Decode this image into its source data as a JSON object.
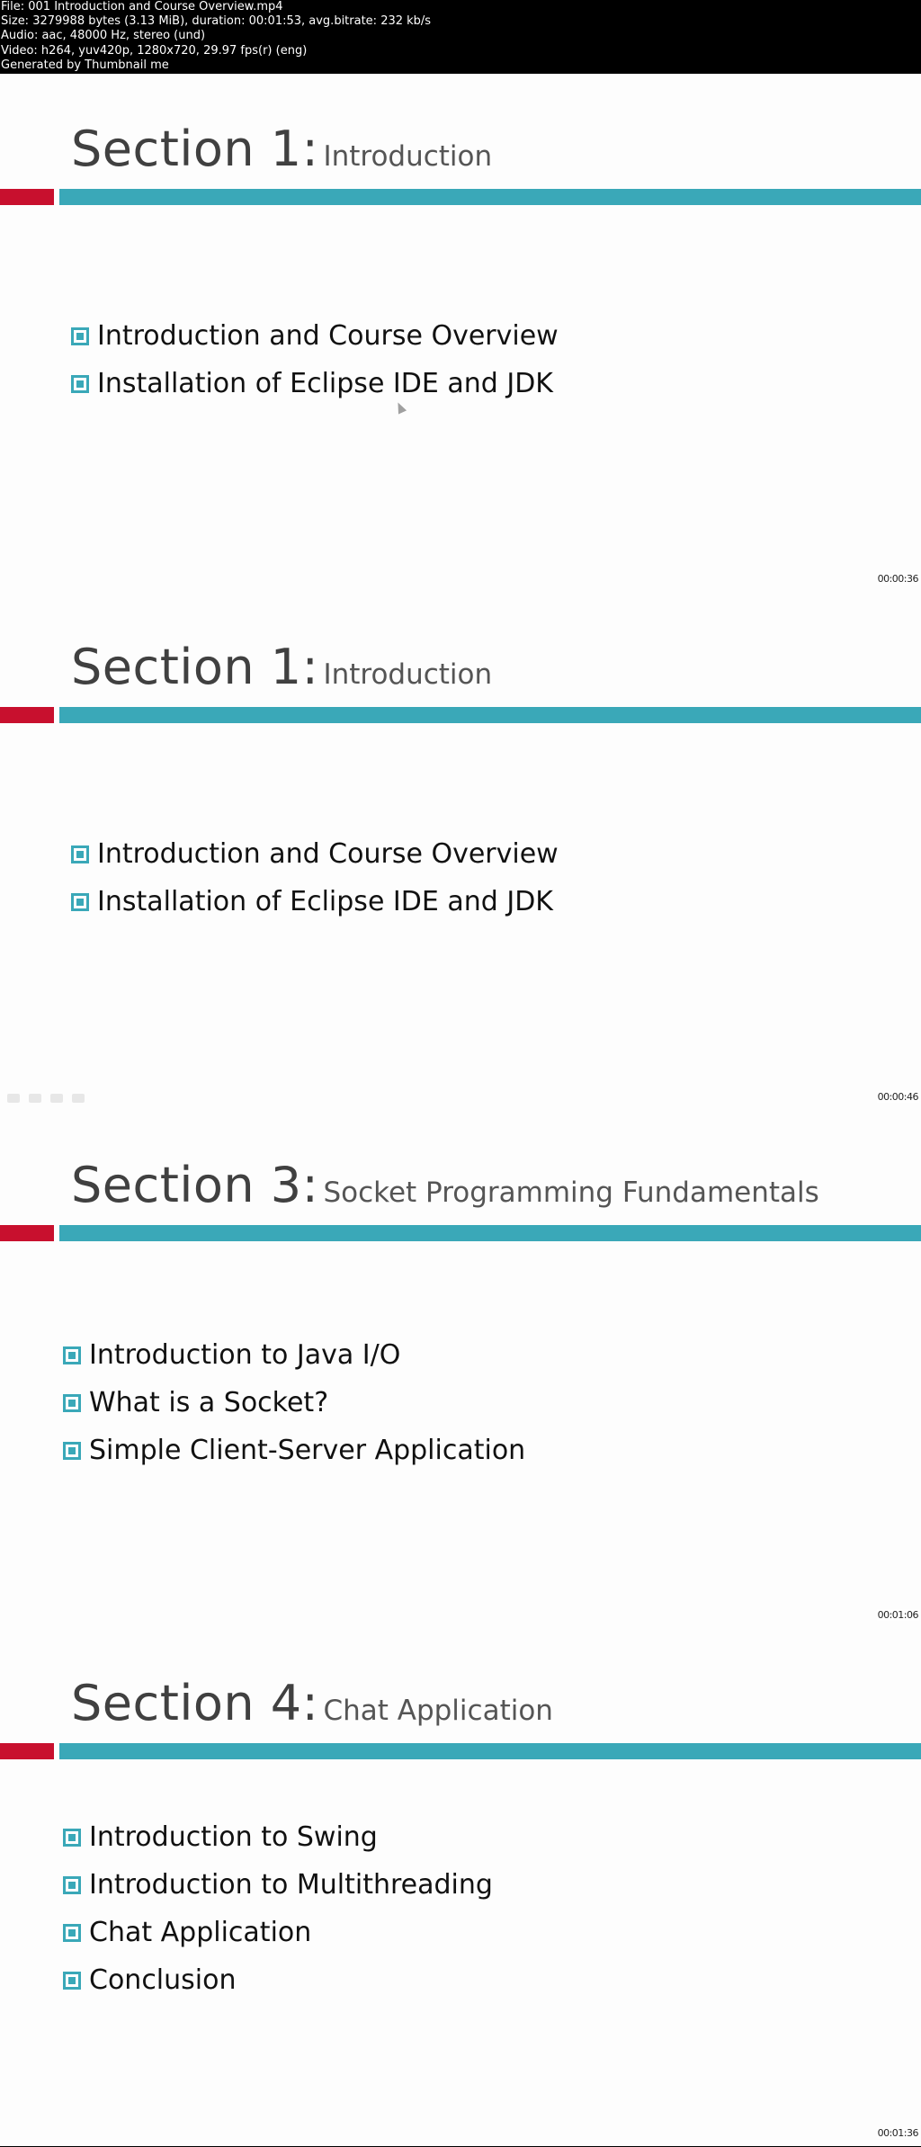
{
  "header": {
    "lines": [
      "File: 001 Introduction and Course Overview.mp4",
      "Size: 3279988 bytes (3.13 MiB), duration: 00:01:53, avg.bitrate: 232 kb/s",
      "Audio: aac, 48000 Hz, stereo (und)",
      "Video: h264, yuv420p, 1280x720, 29.97 fps(r) (eng)",
      "Generated by Thumbnail me"
    ]
  },
  "frames": [
    {
      "title_main": "Section 1:",
      "title_sub": "Introduction",
      "bullets": [
        "Introduction and Course Overview",
        "Installation of Eclipse IDE and JDK"
      ],
      "timestamp": "00:00:36"
    },
    {
      "title_main": "Section 1:",
      "title_sub": "Introduction",
      "bullets": [
        "Introduction and Course Overview",
        "Installation of Eclipse IDE and JDK"
      ],
      "timestamp": "00:00:46"
    },
    {
      "title_main": "Section 3:",
      "title_sub": "Socket Programming Fundamentals",
      "bullets": [
        "Introduction to Java I/O",
        "What is a Socket?",
        "Simple Client-Server Application"
      ],
      "timestamp": "00:01:06"
    },
    {
      "title_main": "Section 4:",
      "title_sub": "Chat Application",
      "bullets": [
        "Introduction to Swing",
        "Introduction to Multithreading",
        "Chat Application",
        "Conclusion"
      ],
      "timestamp": "00:01:36"
    }
  ],
  "colors": {
    "accent_red": "#c8102e",
    "accent_teal": "#3aa8b8",
    "slide_background": "#fdfdfd",
    "header_background": "#000000"
  },
  "icons": {
    "bullet": "square-bullet-icon",
    "cursor": "mouse-cursor-icon"
  }
}
